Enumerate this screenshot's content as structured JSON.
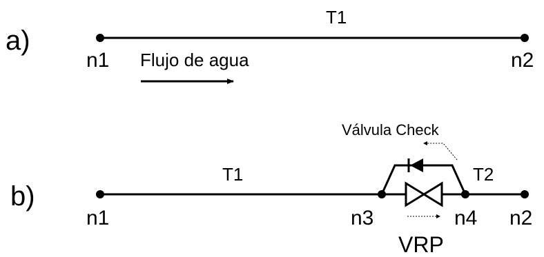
{
  "part_a": {
    "label": "a)",
    "pipe": "T1",
    "node_start": "n1",
    "node_end": "n2",
    "flow_label": "Flujo de agua"
  },
  "part_b": {
    "label": "b)",
    "pipe_main": "T1",
    "pipe_out": "T2",
    "node_start": "n1",
    "node_mid1": "n3",
    "node_mid2": "n4",
    "node_end": "n2",
    "check_valve_label": "Válvula Check",
    "prv_label": "VRP"
  },
  "colors": {
    "stroke": "#000000",
    "background": "#ffffff"
  }
}
